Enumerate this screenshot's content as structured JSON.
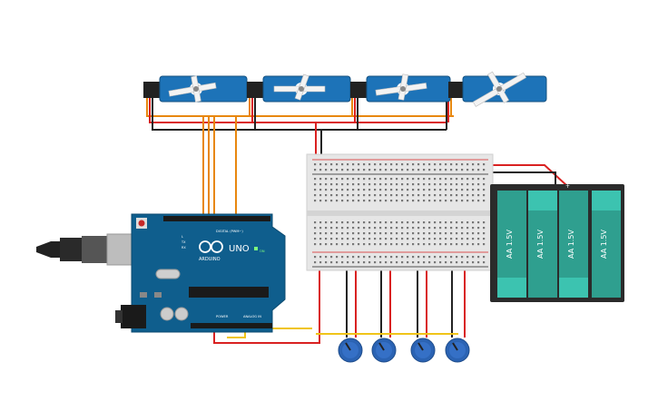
{
  "arduino": {
    "brand": "ARDUINO",
    "model": "UNO",
    "header_digital": "DIGITAL (PWM~)",
    "header_power": "POWER",
    "header_analog": "ANALOG IN",
    "on_label": "ON",
    "tx_label": "TX",
    "rx_label": "RX",
    "l_label": "L"
  },
  "battery": {
    "cells": [
      "AA 1.5V",
      "AA 1.5V",
      "AA 1.5V",
      "AA 1.5V"
    ]
  },
  "colors": {
    "servo_blue": "#1d73b8",
    "arduino_blue": "#0f5e8d",
    "breadboard": "#e6e6e6",
    "battery_cell": "#2f9f8f",
    "pot_blue": "#2b63b3",
    "wire_orange": "#e8870f",
    "wire_red": "#d92121",
    "wire_black": "#222222",
    "wire_yellow": "#f0c419"
  },
  "icons": [
    "servo-icon",
    "potentiometer-icon",
    "usb-connector-icon",
    "dc-jack-icon",
    "arduino-logo-icon"
  ]
}
